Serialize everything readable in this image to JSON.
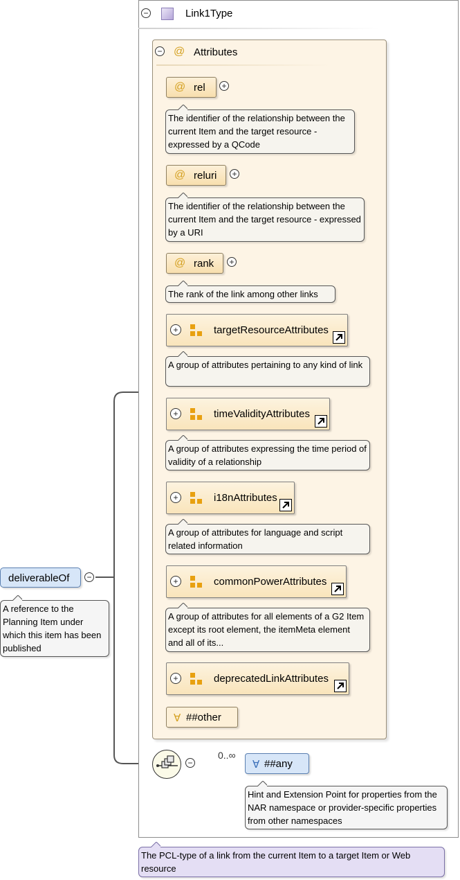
{
  "type": {
    "title": "Link1Type",
    "note": "The PCL-type of a link from the current Item to a target Item or Web resource"
  },
  "attributes": {
    "title": "Attributes",
    "symbol": "@",
    "items": [
      {
        "label": "rel",
        "note": "The identifier of the relationship between the current Item and the target resource - expressed by a QCode"
      },
      {
        "label": "reluri",
        "note": "The identifier of the relationship between the current Item and the target resource - expressed by a URI"
      },
      {
        "label": "rank",
        "note": "The rank of the link among other links"
      }
    ],
    "groups": [
      {
        "label": "targetResourceAttributes",
        "note": "A group of attributes pertaining to any kind of link"
      },
      {
        "label": "timeValidityAttributes",
        "note": "A group of attributes expressing the time period of validity of a relationship"
      },
      {
        "label": "i18nAttributes",
        "note": "A group of attributes for language and script related information"
      },
      {
        "label": "commonPowerAttributes",
        "note": "A group of attributes for all elements of a G2 Item except its root element, the itemMeta element and all of its..."
      },
      {
        "label": "deprecatedLinkAttributes",
        "note": ""
      }
    ],
    "other": "##other",
    "wildcard_symbol": "∀"
  },
  "element": {
    "label": "deliverableOf",
    "note": "A reference to the Planning Item under which this item has been published"
  },
  "any": {
    "label": "##any",
    "cardinality": "0..∞",
    "note": "Hint and Extension Point for properties from the NAR namespace or provider-specific properties from other namespaces"
  },
  "icons": {
    "collapse": "collapse-minus-icon",
    "expand": "expand-plus-icon",
    "group": "attribute-group-icon",
    "link": "link-arrow-icon",
    "sequence": "sequence-compositor-icon"
  },
  "colors": {
    "attr_bg": "#fdf4e5",
    "element_bg": "#d7e6f8",
    "type_note_bg": "#e4def4",
    "at_color": "#d4a020"
  }
}
